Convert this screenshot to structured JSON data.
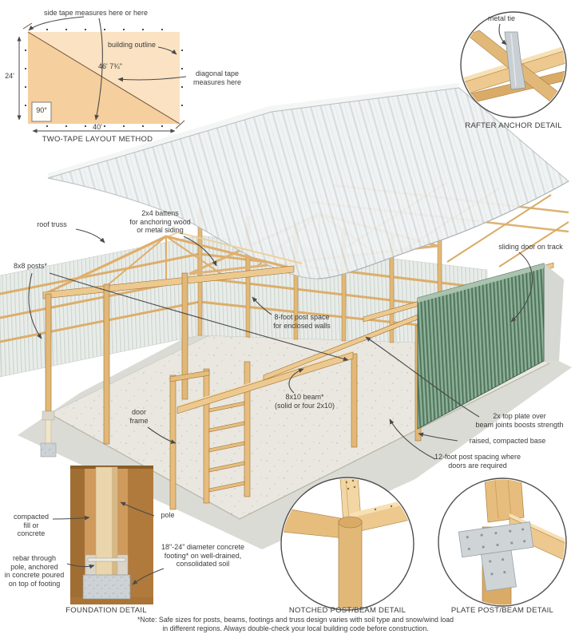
{
  "layout": {
    "title": "TWO-TAPE LAYOUT METHOD",
    "side_tape_label": "side tape measures here or here",
    "building_outline_label": "building outline",
    "diagonal_value": "46' 7¾\"",
    "diagonal_tape_label": "diagonal tape\nmeasures here",
    "height_dim": "24'",
    "width_dim": "40'",
    "angle": "90°"
  },
  "rafter_detail": {
    "title": "RAFTER ANCHOR DETAIL",
    "metal_tie_label": "metal tie"
  },
  "main": {
    "roof_truss": "roof truss",
    "battens": "2x4 battens\nfor anchoring wood\nor metal siding",
    "posts": "8x8 posts*",
    "sliding_door": "sliding door on track",
    "post_space": "8-foot post space\nfor enclosed walls",
    "beam": "8x10 beam*\n(solid or four 2x10)",
    "door_frame": "door\nframe",
    "top_plate": "2x top plate over\nbeam joints boosts strength",
    "raised_base": "raised, compacted base",
    "post_spacing_12": "12-foot post spacing where\ndoors are required"
  },
  "foundation_detail": {
    "title": "FOUNDATION DETAIL",
    "compacted_fill_label": "compacted\nfill or\nconcrete",
    "pole_label": "pole",
    "rebar_label": "rebar through\npole, anchored\nin concrete poured\non top of footing",
    "footing_label": "18\"-24\" diameter concrete\nfooting* on well-drained,\nconsolidated soil"
  },
  "notched_detail": {
    "title": "NOTCHED POST/BEAM DETAIL"
  },
  "plate_detail": {
    "title": "PLATE POST/BEAM DETAIL"
  },
  "footnote": "*Note: Safe sizes for posts, beams, footings and truss design varies with soil type and snow/wind load\nin different regions. Always double-check your local building code before construction.",
  "colors": {
    "wood": "#e9c183",
    "wood_dark": "#c3934f",
    "roof": "#eff2f2",
    "siding": "#edf0ed",
    "door_green": "#6f957c",
    "soil": "#c1894c",
    "concrete": "#ccd2d5",
    "diagram_light": "#fbe2c2",
    "diagram_dark": "#f5cf9d"
  }
}
